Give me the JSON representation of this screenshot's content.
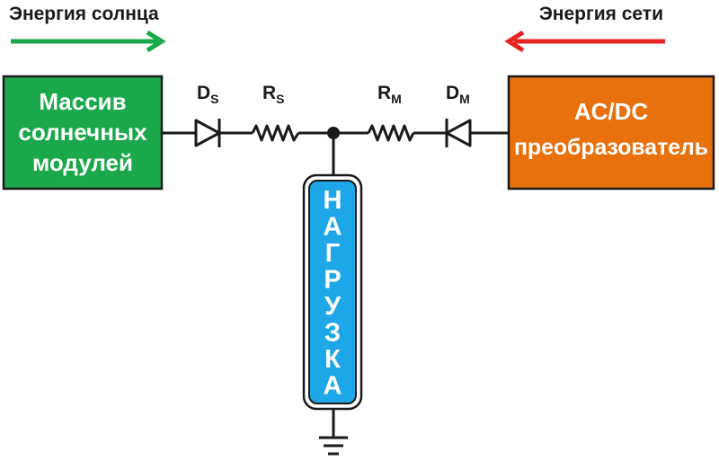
{
  "labels": {
    "solar_energy": "Энергия солнца",
    "grid_energy": "Энергия сети"
  },
  "solar_array": {
    "line1": "Массив",
    "line2": "солнечных",
    "line3": "модулей"
  },
  "converter": {
    "line1": "AC/DC",
    "line2": "преобразователь"
  },
  "components": {
    "ds_main": "D",
    "ds_sub": "S",
    "rs_main": "R",
    "rs_sub": "S",
    "rm_main": "R",
    "rm_sub": "M",
    "dm_main": "D",
    "dm_sub": "M"
  },
  "load": {
    "letters": [
      "Н",
      "А",
      "Г",
      "Р",
      "У",
      "З",
      "К",
      "А"
    ]
  },
  "colors": {
    "solar_green": "#1aa84a",
    "solar_arrow": "#19a84a",
    "grid_arrow": "#e52421",
    "converter_orange": "#e8710e",
    "load_blue": "#1ea7e8",
    "wire": "#1a1a1a"
  }
}
